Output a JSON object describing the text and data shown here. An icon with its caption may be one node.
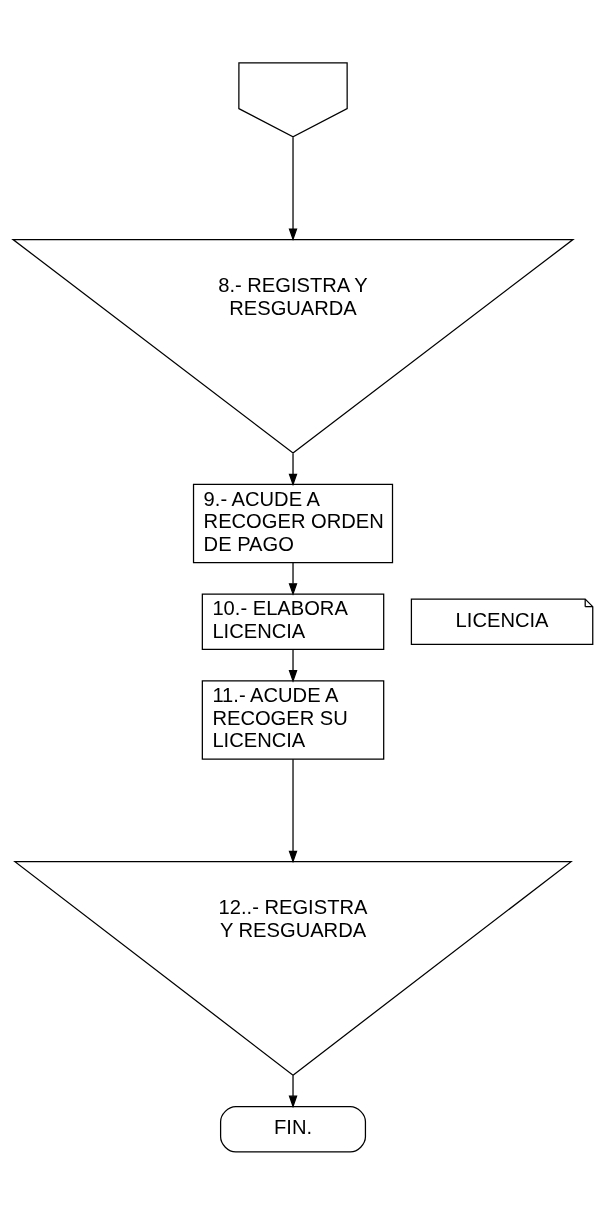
{
  "diagram": {
    "nodes": [
      {
        "text": [],
        "shape": "pentagon"
      },
      {
        "text": [
          "8.- REGISTRA Y RESGUARDA"
        ]
      },
      {
        "text": [
          "9.- ACUDE A RECOGER ORDEN DE PAGO"
        ]
      },
      {
        "text": [
          "10.- ELABORA LICENCIA"
        ]
      },
      {
        "text": [
          "LICENCIA"
        ]
      },
      {
        "text": [
          "11.- ACUDE A RECOGER SU LICENCIA"
        ]
      },
      {
        "text": [
          "12..- REGISTRA Y RESGUARDA"
        ]
      },
      {
        "text": [
          "FIN."
        ]
      }
    ],
    "edges": [
      {
        "from": 0,
        "to": 1,
        "arrow": "to"
      },
      {
        "from": 1,
        "to": 2,
        "arrow": "to"
      },
      {
        "from": 2,
        "to": 3,
        "arrow": "to"
      },
      {
        "from": 3,
        "to": 5,
        "arrow": "to"
      },
      {
        "from": 5,
        "to": 6,
        "arrow": "to"
      },
      {
        "from": 6,
        "to": 7,
        "arrow": "to"
      }
    ]
  }
}
